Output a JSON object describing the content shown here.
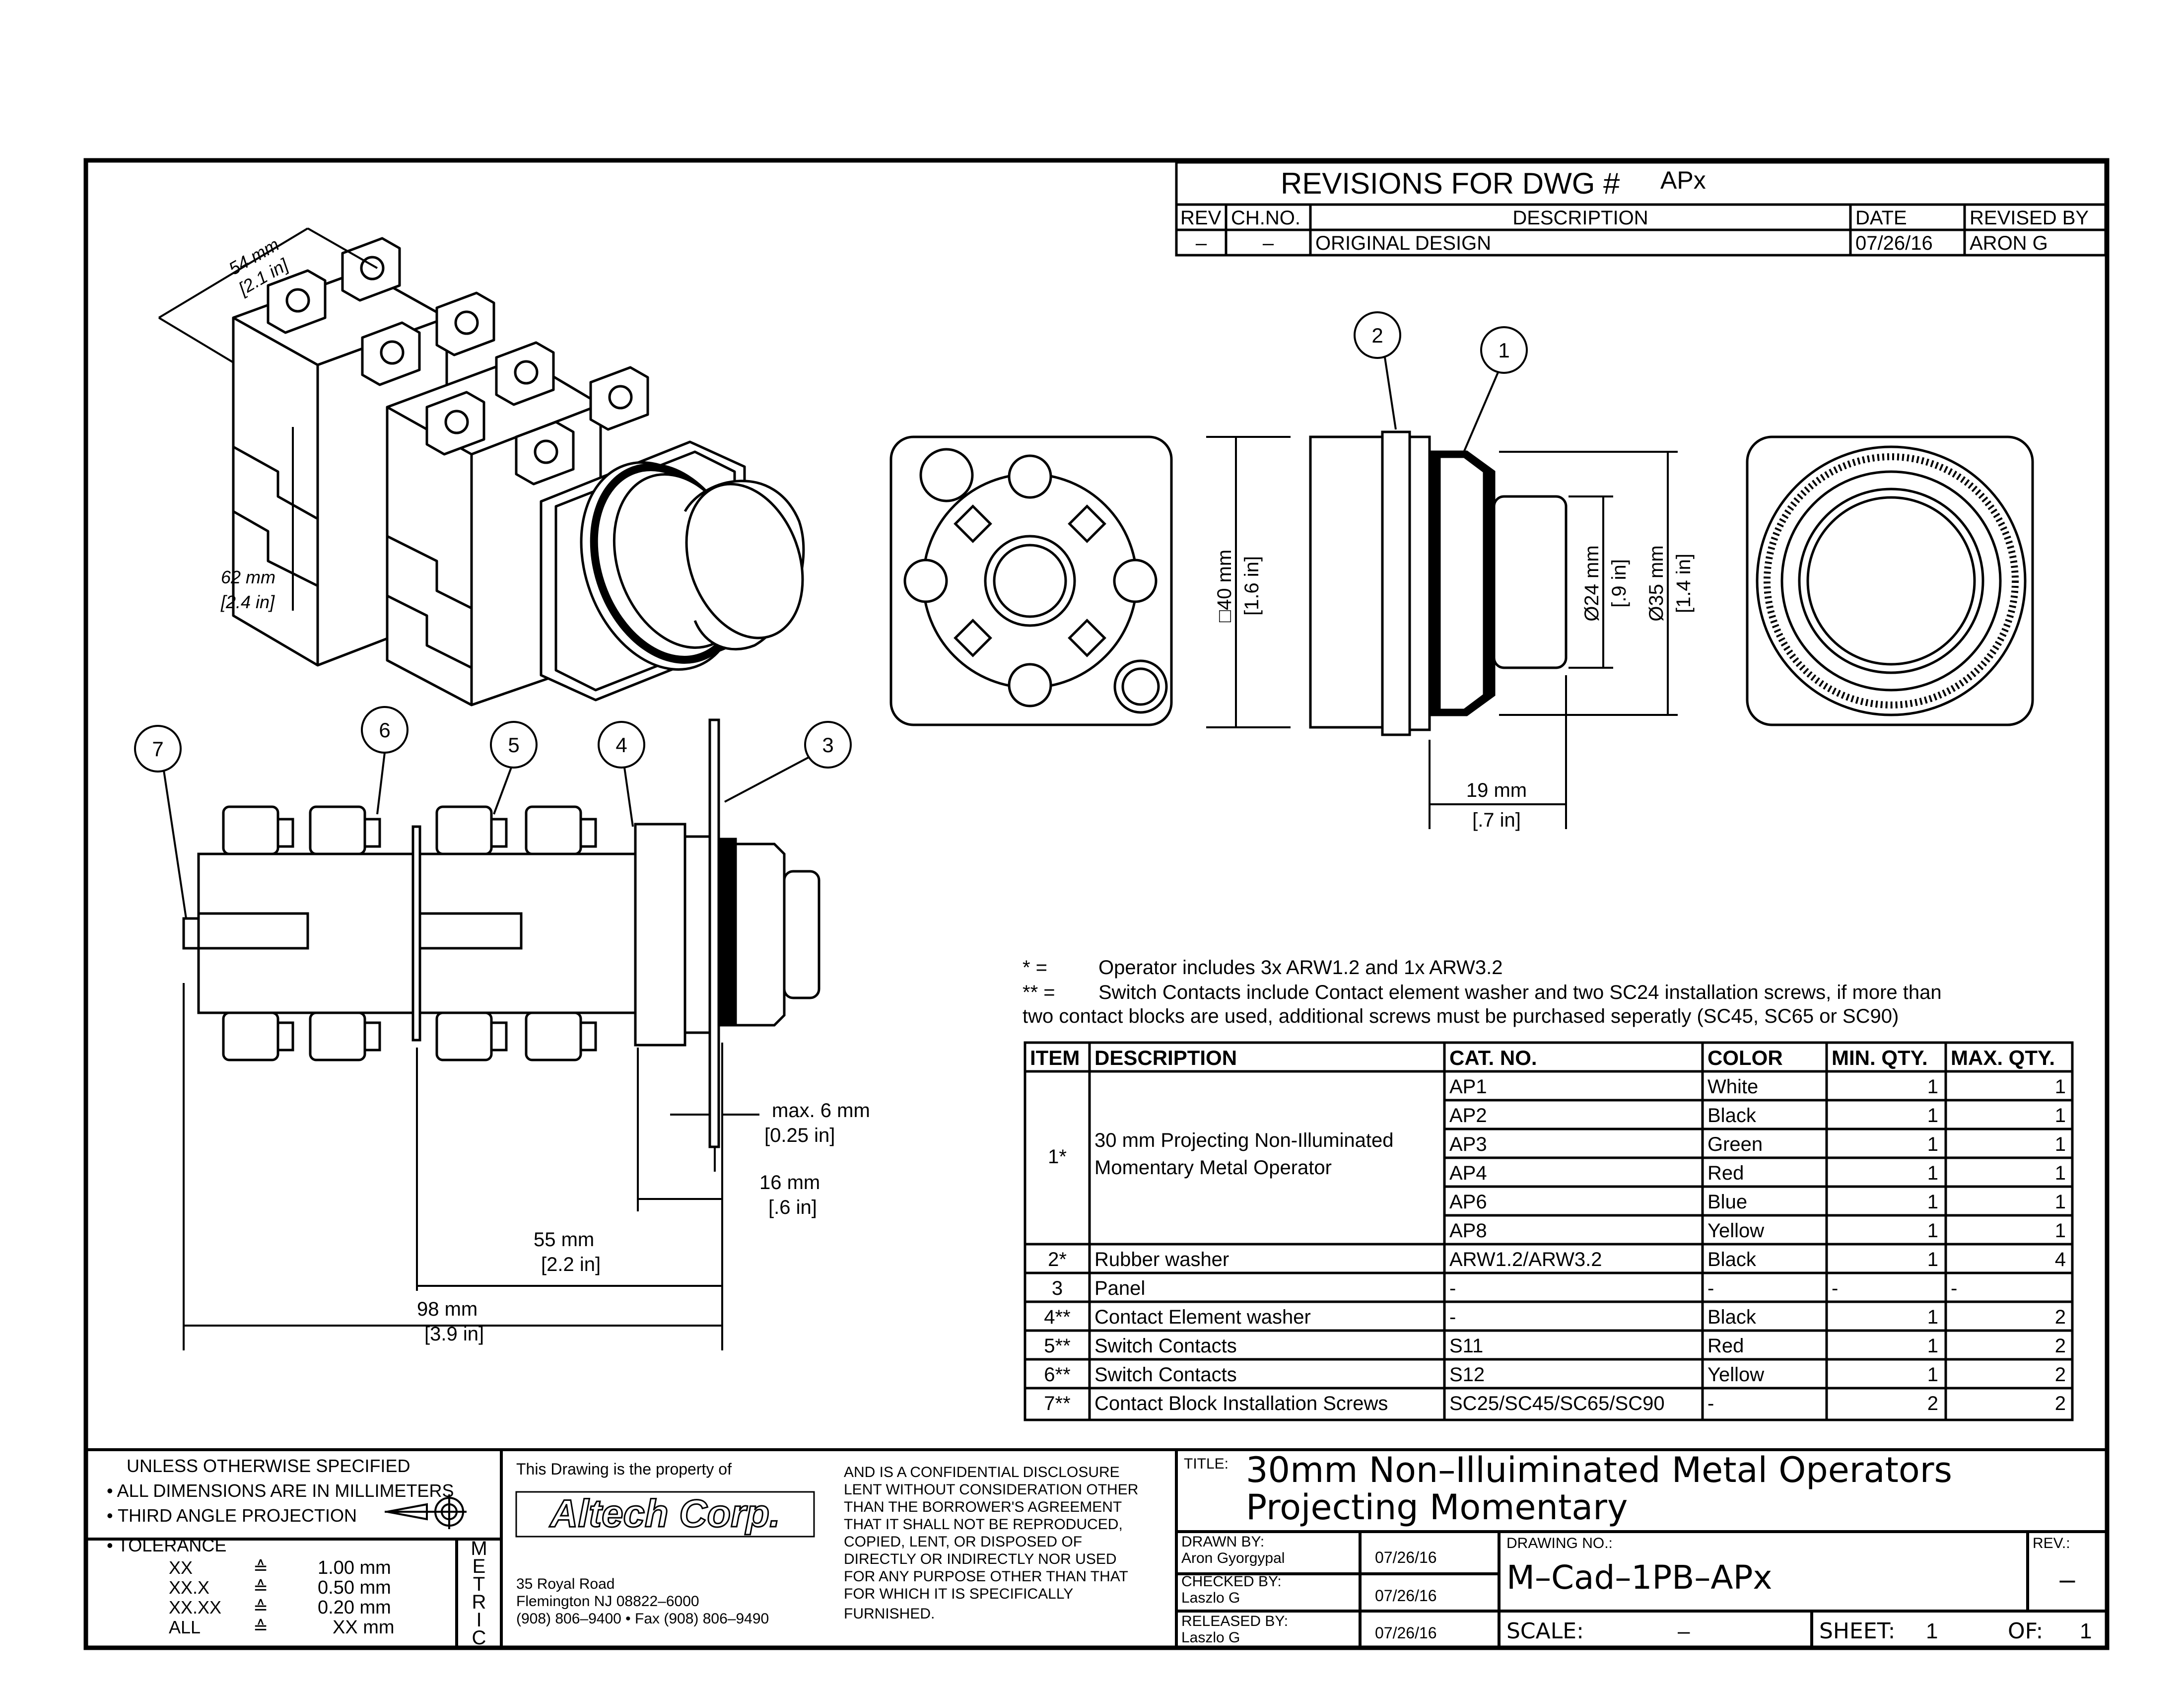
{
  "revisions": {
    "header": "REVISIONS  FOR  DWG  #",
    "dwg": "APx",
    "columns": [
      "REV",
      "CH.NO.",
      "DESCRIPTION",
      "DATE",
      "REVISED  BY"
    ],
    "rows": [
      {
        "rev": "–",
        "chno": "–",
        "description": "ORIGINAL  DESIGN",
        "date": "07/26/16",
        "revised_by": "ARON  G"
      }
    ]
  },
  "balloons": [
    "1",
    "2",
    "3",
    "4",
    "5",
    "6",
    "7"
  ],
  "dimensions": {
    "iso_54_mm": "54 mm",
    "iso_54_in": "[2.1 in]",
    "iso_62_mm": "62 mm",
    "iso_62_in": "[2.4 in]",
    "sq40_mm": "□40 mm",
    "sq40_in": "[1.6 in]",
    "d24_mm": "Ø24 mm",
    "d24_in": "[.9 in]",
    "d35_mm": "Ø35 mm",
    "d35_in": "[1.4 in]",
    "d19_mm": "19 mm",
    "d19_in": "[.7 in]",
    "max6_mm": "max. 6 mm",
    "max6_in": "[0.25 in]",
    "d16_mm": "16 mm",
    "d16_in": "[.6 in]",
    "d55_mm": "55 mm",
    "d55_in": "[2.2 in]",
    "d98_mm": "98 mm",
    "d98_in": "[3.9 in]"
  },
  "notes": {
    "n1_mark": "*   =",
    "n1_text": "Operator includes 3x ARW1.2 and 1x ARW3.2",
    "n2_mark": "** =",
    "n2_text": "Switch Contacts include Contact element washer and two SC24 installation screws, if more than",
    "n3_text": "two contact blocks are used, additional screws must be purchased seperatly (SC45, SC65 or SC90)"
  },
  "bom": {
    "columns": [
      "ITEM",
      "DESCRIPTION",
      "CAT. NO.",
      "COLOR",
      "MIN. QTY.",
      "MAX. QTY."
    ],
    "item1": {
      "item": "1*",
      "desc_line1": "30 mm Projecting Non-Illuminated",
      "desc_line2": "Momentary Metal Operator"
    },
    "item1_rows": [
      {
        "cat": "AP1",
        "color": "White",
        "min": "1",
        "max": "1"
      },
      {
        "cat": "AP2",
        "color": "Black",
        "min": "1",
        "max": "1"
      },
      {
        "cat": "AP3",
        "color": "Green",
        "min": "1",
        "max": "1"
      },
      {
        "cat": "AP4",
        "color": "Red",
        "min": "1",
        "max": "1"
      },
      {
        "cat": "AP6",
        "color": "Blue",
        "min": "1",
        "max": "1"
      },
      {
        "cat": "AP8",
        "color": "Yellow",
        "min": "1",
        "max": "1"
      }
    ],
    "rows": [
      {
        "item": "2*",
        "desc": "Rubber washer",
        "cat": "ARW1.2/ARW3.2",
        "color": "Black",
        "min": "1",
        "max": "4"
      },
      {
        "item": "3",
        "desc": "Panel",
        "cat": "-",
        "color": "-",
        "min": "-",
        "max": "-"
      },
      {
        "item": "4**",
        "desc": "Contact Element washer",
        "cat": "-",
        "color": "Black",
        "min": "1",
        "max": "2"
      },
      {
        "item": "5**",
        "desc": "Switch Contacts",
        "cat": "S11",
        "color": "Red",
        "min": "1",
        "max": "2"
      },
      {
        "item": "6**",
        "desc": "Switch Contacts",
        "cat": "S12",
        "color": "Yellow",
        "min": "1",
        "max": "2"
      },
      {
        "item": "7**",
        "desc": "Contact Block Installation Screws",
        "cat": "SC25/SC45/SC65/SC90",
        "color": "-",
        "min": "2",
        "max": "2"
      }
    ]
  },
  "title_block": {
    "unless": "UNLESS  OTHERWISE  SPECIFIED",
    "dims_mm": "• ALL  DIMENSIONS  ARE  IN  MILLIMETERS",
    "third_angle": "• THIRD  ANGLE  PROJECTION",
    "tolerance": "• TOLERANCE",
    "tol_rows": [
      {
        "k": "XX",
        "v": "1.00 mm"
      },
      {
        "k": "XX.X",
        "v": "0.50 mm"
      },
      {
        "k": "XX.XX",
        "v": "0.20 mm"
      },
      {
        "k": "ALL",
        "v": "XX mm"
      }
    ],
    "tol_sym": "≙",
    "metric": [
      "M",
      "E",
      "T",
      "R",
      "I",
      "C"
    ],
    "property": "This  Drawing  is  the  property  of",
    "company_logo": "Altech Corp.",
    "address1": "35  Royal  Road",
    "address2": "Flemington  NJ  08822–6000",
    "address3": "(908)  806–9400 • Fax  (908)  806–9490",
    "confidential": [
      "AND  IS  A  CONFIDENTIAL  DISCLOSURE",
      "LENT  WITHOUT  CONSIDERATION  OTHER",
      "THAN  THE  BORROWER'S  AGREEMENT",
      "THAT  IT  SHALL  NOT  BE  REPRODUCED,",
      "COPIED,  LENT,  OR  DISPOSED  OF",
      "DIRECTLY  OR  INDIRECTLY  NOR  USED",
      "FOR  ANY  PURPOSE  OTHER  THAN  THAT",
      "FOR  WHICH  IT  IS  SPECIFICALLY",
      "FURNISHED."
    ],
    "title_label": "TITLE:",
    "title_line1": "30mm  Non–Illuiminated  Metal  Operators",
    "title_line2": "Projecting  Momentary",
    "drawn_by_label": "DRAWN  BY:",
    "drawn_by": "Aron  Gyorgypal",
    "drawn_date": "07/26/16",
    "checked_by_label": "CHECKED  BY:",
    "checked_by": "Laszlo  G",
    "checked_date": "07/26/16",
    "released_by_label": "RELEASED  BY:",
    "released_by": "Laszlo  G",
    "released_date": "07/26/16",
    "drawing_no_label": "DRAWING  NO.:",
    "drawing_no": "M–Cad–1PB–APx",
    "rev_label": "REV.:",
    "rev": "–",
    "scale_label": "SCALE:",
    "scale": "–",
    "sheet_label": "SHEET:",
    "sheet": "1",
    "of_label": "OF:",
    "of": "1"
  }
}
